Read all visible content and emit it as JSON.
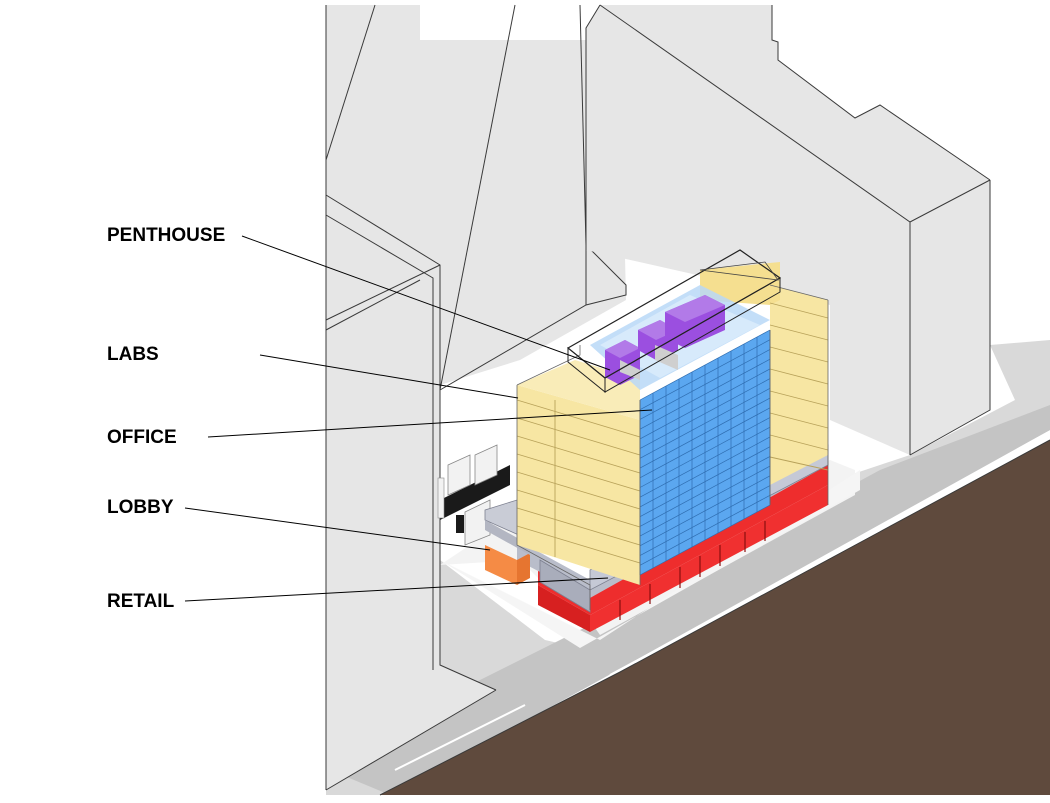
{
  "labels": {
    "penthouse": "PENTHOUSE",
    "labs": "LABS",
    "office": "OFFICE",
    "lobby": "LOBBY",
    "retail": "RETAIL"
  },
  "colors": {
    "background": "#ffffff",
    "context_building": "#e6e6e6",
    "sidewalk": "#d9d9d9",
    "street_light": "#c4c4c4",
    "road": "#5f4a3d",
    "labs_yellow": "#f7e6a3",
    "office_blue": "#5ba7f0",
    "penthouse_purple": "#9b4fe0",
    "lobby_orange": "#f58b45",
    "retail_red": "#ee2d2d",
    "podium_gray": "#b9bdca"
  }
}
